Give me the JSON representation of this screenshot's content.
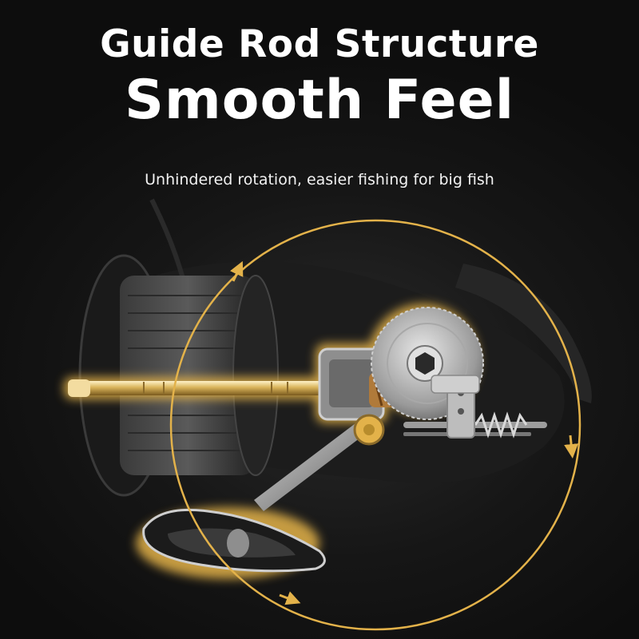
{
  "header": {
    "title": "Guide Rod Structure",
    "headline": "Smooth Feel",
    "subtitle": "Unhindered rotation, easier fishing for big fish"
  },
  "colors": {
    "background": "#111111",
    "accent_gold": "#e3b24a",
    "text": "#ffffff"
  }
}
